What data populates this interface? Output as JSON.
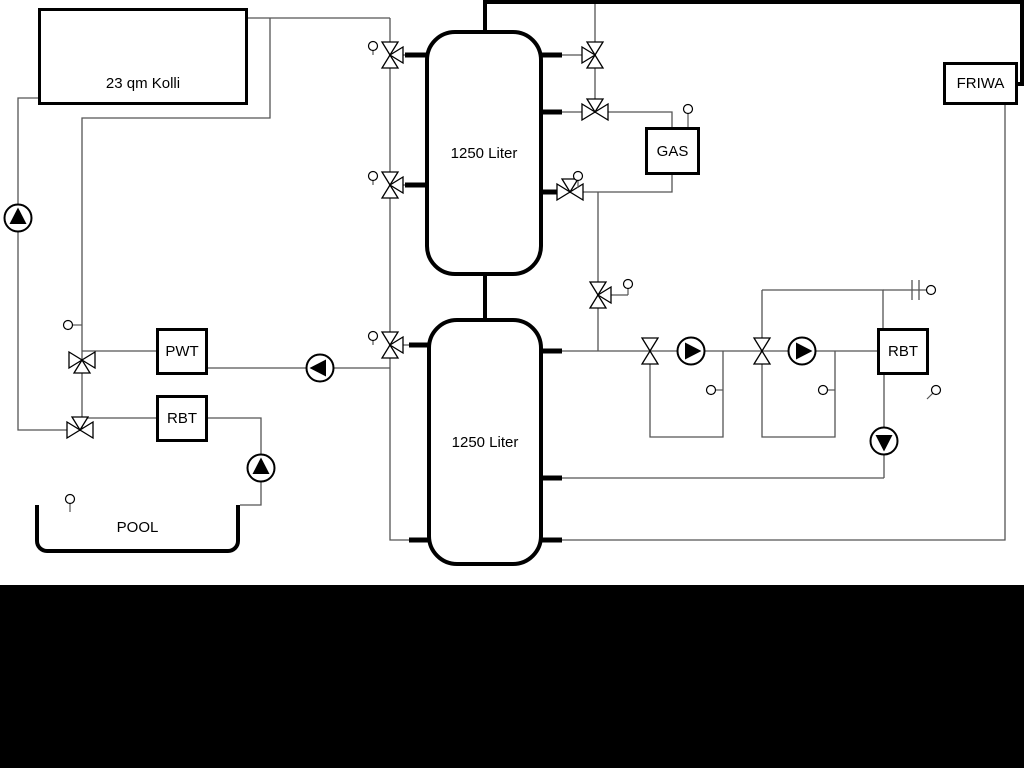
{
  "labels": {
    "collector": "23 qm Kolli",
    "tank_top": "1250 Liter",
    "tank_bottom": "1250 Liter",
    "gas": "GAS",
    "friwa": "FRIWA",
    "pwt": "PWT",
    "rbt_left": "RBT",
    "rbt_right": "RBT",
    "pool": "POOL"
  },
  "colors": {
    "background": "#ffffff",
    "pipes": "#555555",
    "component_outline": "#000000",
    "bottom_bar": "#000000"
  },
  "icons": {
    "pump-icon": "circle with solid directional triangle",
    "three-way-valve-icon": "bowtie of hollow triangles",
    "sensor-icon": "small circle with short stem"
  }
}
